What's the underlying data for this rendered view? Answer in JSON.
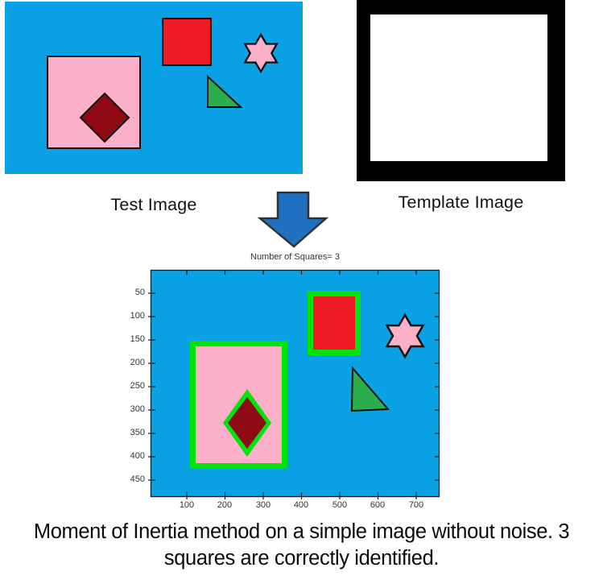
{
  "test_image": {
    "label": "Test Image",
    "background_color": "#0AA2E4",
    "shapes": [
      "large pink square containing dark red diamond",
      "red square",
      "pink six-pointed star",
      "green right triangle"
    ]
  },
  "template_image": {
    "label": "Template Image",
    "description": "white square on black background"
  },
  "arrow": {
    "direction": "down",
    "color": "#1F70C1"
  },
  "result_plot": {
    "title": "Number of Squares= 3",
    "detected_squares": 3,
    "highlight_color": "#00E40B",
    "background_color": "#0AA2E4",
    "x_ticks": [
      "100",
      "200",
      "300",
      "400",
      "500",
      "600",
      "700"
    ],
    "y_ticks": [
      "50",
      "100",
      "150",
      "200",
      "250",
      "300",
      "350",
      "400",
      "450"
    ]
  },
  "caption": {
    "line1": "Moment of Inertia method on a simple image without noise. 3",
    "line2": "squares are correctly identified."
  }
}
